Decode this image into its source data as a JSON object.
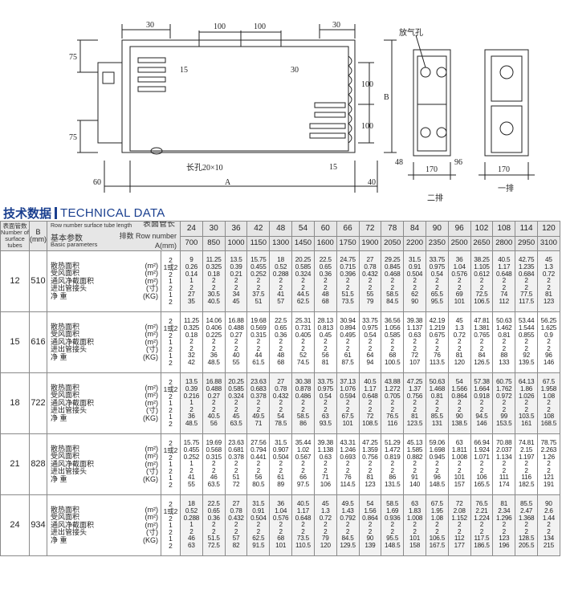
{
  "drawing": {
    "dims": {
      "d30_left": "30",
      "d100_a": "100",
      "d100_b": "100",
      "d30_right": "30",
      "d75_top": "75",
      "d15_v": "15",
      "d30_v": "30",
      "d75_bot": "75",
      "d15_bot": "15",
      "d60": "60",
      "dA": "A",
      "d40": "40",
      "dB": "B",
      "d100_r1": "100",
      "d100_r2": "100",
      "d170_a": "170",
      "d170_b": "170",
      "d96": "96",
      "d48": "48"
    },
    "slot_label": "长孔20×10",
    "vent_label": "放气孔",
    "row2_label": "二排",
    "row1_label": "一排"
  },
  "section": {
    "title_cn": "技术数据",
    "title_en": "TECHNICAL DATA"
  },
  "table": {
    "header": {
      "tubes_label": [
        "表面管数",
        "Number of",
        "surface tubes"
      ],
      "b_label": [
        "B",
        "(mm)"
      ],
      "length_label": "表面管长",
      "length_sub": "Row number surface tube length",
      "basic_label": "基本参数",
      "basic_sub": "Basic parameters",
      "row_label": "排数 Row number",
      "a_label": "A(mm)"
    },
    "lengths": [
      "24",
      "30",
      "36",
      "42",
      "48",
      "54",
      "60",
      "66",
      "72",
      "78",
      "84",
      "90",
      "96",
      "102",
      "108",
      "114",
      "120"
    ],
    "a_values": [
      "700",
      "850",
      "1000",
      "1150",
      "1300",
      "1450",
      "1600",
      "1750",
      "1900",
      "2050",
      "2200",
      "2350",
      "2500",
      "2650",
      "2800",
      "2950",
      "3100"
    ],
    "param_labels": [
      {
        "name": "散热面积",
        "unit": "(m²)"
      },
      {
        "name": "受风面积",
        "unit": "(m²)"
      },
      {
        "name": "通风净截面积",
        "unit": "(m²)"
      },
      {
        "name": "进出管接头",
        "unit": "(寸)"
      },
      {
        "name": "净  重",
        "unit": "(KG)"
      }
    ],
    "row_nums": [
      "2",
      "1或2",
      "2",
      "1",
      "2",
      "1",
      "2"
    ],
    "groups": [
      {
        "tubes": "12",
        "b": "510",
        "cols": [
          [
            "9",
            "0.26",
            "0.14",
            "1",
            "2",
            "27",
            "35"
          ],
          [
            "11.25",
            "0.325",
            "0.18",
            "2",
            "2",
            "30.5",
            "40.5"
          ],
          [
            "13.5",
            "0.39",
            "0.21",
            "2",
            "2",
            "34",
            "45"
          ],
          [
            "15.75",
            "0.455",
            "0.252",
            "2",
            "2",
            "37.5",
            "51"
          ],
          [
            "18",
            "0.52",
            "0.288",
            "2",
            "2",
            "41",
            "57"
          ],
          [
            "20.25",
            "0.585",
            "0.324",
            "2",
            "2",
            "44.5",
            "62.5"
          ],
          [
            "22.5",
            "0.65",
            "0.36",
            "2",
            "2",
            "48",
            "68"
          ],
          [
            "24.75",
            "0.715",
            "0.396",
            "2",
            "2",
            "51.5",
            "73.5"
          ],
          [
            "27",
            "0.78",
            "0.432",
            "2",
            "2",
            "55",
            "79"
          ],
          [
            "29.25",
            "0.845",
            "0.468",
            "2",
            "2",
            "58.5",
            "84.5"
          ],
          [
            "31.5",
            "0.91",
            "0.504",
            "2",
            "2",
            "62",
            "90"
          ],
          [
            "33.75",
            "0.975",
            "0.54",
            "2",
            "2",
            "65.5",
            "95.5"
          ],
          [
            "36",
            "1.04",
            "0.576",
            "2",
            "2",
            "69",
            "101"
          ],
          [
            "38.25",
            "1.105",
            "0.612",
            "2",
            "2",
            "72.5",
            "106.5"
          ],
          [
            "40.5",
            "1.17",
            "0.648",
            "2",
            "2",
            "74",
            "112"
          ],
          [
            "42.75",
            "1.235",
            "0.684",
            "2",
            "2",
            "77.5",
            "117.5"
          ],
          [
            "45",
            "1.3",
            "0.72",
            "2",
            "2",
            "81",
            "123"
          ]
        ]
      },
      {
        "tubes": "15",
        "b": "616",
        "cols": [
          [
            "11.25",
            "0.325",
            "0.18",
            "2",
            "2",
            "32",
            "42"
          ],
          [
            "14.06",
            "0.406",
            "0.225",
            "2",
            "2",
            "36",
            "48.5"
          ],
          [
            "16.88",
            "0.488",
            "0.27",
            "2",
            "2",
            "40",
            "55"
          ],
          [
            "19.68",
            "0.569",
            "0.315",
            "2",
            "2",
            "44",
            "61.5"
          ],
          [
            "22.5",
            "0.65",
            "0.36",
            "2",
            "2",
            "48",
            "68"
          ],
          [
            "25.31",
            "0.731",
            "0.405",
            "2",
            "2",
            "52",
            "74.5"
          ],
          [
            "28.13",
            "0.813",
            "0.45",
            "2",
            "2",
            "56",
            "81"
          ],
          [
            "30.94",
            "0.894",
            "0.495",
            "2",
            "2",
            "61",
            "87.5"
          ],
          [
            "33.75",
            "0.975",
            "0.54",
            "2",
            "2",
            "64",
            "94"
          ],
          [
            "36.56",
            "1.056",
            "0.585",
            "2",
            "2",
            "68",
            "100.5"
          ],
          [
            "39.38",
            "1.137",
            "0.63",
            "2",
            "2",
            "72",
            "107"
          ],
          [
            "42.19",
            "1.219",
            "0.675",
            "2",
            "2",
            "76",
            "113.5"
          ],
          [
            "45",
            "1.3",
            "0.72",
            "2",
            "2",
            "81",
            "120"
          ],
          [
            "47.81",
            "1.381",
            "0.765",
            "2",
            "2",
            "84",
            "126.5"
          ],
          [
            "50.63",
            "1.462",
            "0.81",
            "2",
            "2",
            "88",
            "133"
          ],
          [
            "53.44",
            "1.544",
            "0.855",
            "2",
            "2",
            "92",
            "139.5"
          ],
          [
            "56.25",
            "1.625",
            "0.9",
            "2",
            "2",
            "96",
            "146"
          ]
        ]
      },
      {
        "tubes": "18",
        "b": "722",
        "cols": [
          [
            "13.5",
            "0.39",
            "0.216",
            "1",
            "2",
            "36",
            "48.5"
          ],
          [
            "16.88",
            "0.488",
            "0.27",
            "2",
            "2",
            "40.5",
            "56"
          ],
          [
            "20.25",
            "0.585",
            "0.324",
            "2",
            "2",
            "45",
            "63.5"
          ],
          [
            "23.63",
            "0.683",
            "0.378",
            "2",
            "2",
            "49.5",
            "71"
          ],
          [
            "27",
            "0.78",
            "0.432",
            "2",
            "2",
            "54",
            "78.5"
          ],
          [
            "30.38",
            "0.878",
            "0.486",
            "2",
            "2",
            "58.5",
            "86"
          ],
          [
            "33.75",
            "0.975",
            "0.54",
            "2",
            "2",
            "63",
            "93.5"
          ],
          [
            "37.13",
            "1.076",
            "0.594",
            "2",
            "2",
            "67.5",
            "101"
          ],
          [
            "40.5",
            "1.17",
            "0.648",
            "2",
            "2",
            "72",
            "108.5"
          ],
          [
            "43.88",
            "1.272",
            "0.705",
            "2",
            "2",
            "76.5",
            "116"
          ],
          [
            "47.25",
            "1.37",
            "0.756",
            "2",
            "2",
            "81",
            "123.5"
          ],
          [
            "50.63",
            "1.468",
            "0.81",
            "2",
            "2",
            "85.5",
            "131"
          ],
          [
            "54",
            "1.566",
            "0.864",
            "2",
            "2",
            "90",
            "138.5"
          ],
          [
            "57.38",
            "1.664",
            "0.918",
            "2",
            "2",
            "94.5",
            "146"
          ],
          [
            "60.75",
            "1.762",
            "0.972",
            "2",
            "2",
            "99",
            "153.5"
          ],
          [
            "64.13",
            "1.86",
            "1.026",
            "2",
            "2",
            "103.5",
            "161"
          ],
          [
            "67.5",
            "1.958",
            "1.08",
            "2",
            "2",
            "108",
            "168.5"
          ]
        ]
      },
      {
        "tubes": "21",
        "b": "828",
        "cols": [
          [
            "15.75",
            "0.455",
            "0.252",
            "1",
            "2",
            "41",
            "55"
          ],
          [
            "19.69",
            "0.568",
            "0.315",
            "2",
            "2",
            "46",
            "63.5"
          ],
          [
            "23.63",
            "0.681",
            "0.378",
            "2",
            "2",
            "51",
            "72"
          ],
          [
            "27.56",
            "0.794",
            "0.441",
            "2",
            "2",
            "56",
            "80.5"
          ],
          [
            "31.5",
            "0.907",
            "0.504",
            "2",
            "2",
            "61",
            "89"
          ],
          [
            "35.44",
            "1.02",
            "0.567",
            "2",
            "2",
            "66",
            "97.5"
          ],
          [
            "39.38",
            "1.138",
            "0.63",
            "2",
            "2",
            "71",
            "106"
          ],
          [
            "43.31",
            "1.246",
            "0.693",
            "2",
            "2",
            "76",
            "114.5"
          ],
          [
            "47.25",
            "1.359",
            "0.756",
            "2",
            "2",
            "81",
            "123"
          ],
          [
            "51.29",
            "1.472",
            "0.819",
            "2",
            "2",
            "86",
            "131.5"
          ],
          [
            "45.13",
            "1.585",
            "0.882",
            "2",
            "2",
            "91",
            "140"
          ],
          [
            "59.06",
            "1.698",
            "0.945",
            "2",
            "2",
            "96",
            "148.5"
          ],
          [
            "63",
            "1.811",
            "1.008",
            "2",
            "2",
            "101",
            "157"
          ],
          [
            "66.94",
            "1.924",
            "1.071",
            "2",
            "2",
            "106",
            "165.5"
          ],
          [
            "70.88",
            "2.037",
            "1.134",
            "2",
            "2",
            "111",
            "174"
          ],
          [
            "74.81",
            "2.15",
            "1.197",
            "2",
            "2",
            "116",
            "182.5"
          ],
          [
            "78.75",
            "2.263",
            "1.26",
            "2",
            "2",
            "121",
            "191"
          ]
        ]
      },
      {
        "tubes": "24",
        "b": "934",
        "cols": [
          [
            "18",
            "0.52",
            "0.288",
            "1",
            "2",
            "46",
            "63"
          ],
          [
            "22.5",
            "0.65",
            "0.36",
            "2",
            "2",
            "51.5",
            "72.5"
          ],
          [
            "27",
            "0.78",
            "0.432",
            "2",
            "2",
            "57",
            "82"
          ],
          [
            "31.5",
            "0.91",
            "0.504",
            "2",
            "2",
            "62.5",
            "91.5"
          ],
          [
            "36",
            "1.04",
            "0.576",
            "2",
            "2",
            "68",
            "101"
          ],
          [
            "40.5",
            "1.17",
            "0.648",
            "2",
            "2",
            "73.5",
            "110.5"
          ],
          [
            "45",
            "1.3",
            "0.72",
            "2",
            "2",
            "79",
            "120"
          ],
          [
            "49.5",
            "1.43",
            "0.792",
            "2",
            "2",
            "84.5",
            "129.5"
          ],
          [
            "54",
            "1.56",
            "0.864",
            "2",
            "2",
            "90",
            "139"
          ],
          [
            "58.5",
            "1.69",
            "0.936",
            "2",
            "2",
            "95.5",
            "148.5"
          ],
          [
            "63",
            "1.83",
            "1.008",
            "2",
            "2",
            "101",
            "158"
          ],
          [
            "67.5",
            "1.95",
            "1.08",
            "2",
            "2",
            "106.5",
            "167.5"
          ],
          [
            "72",
            "2.08",
            "1.152",
            "2",
            "2",
            "112",
            "177"
          ],
          [
            "76.5",
            "2.21",
            "1.224",
            "2",
            "2",
            "117.5",
            "186.5"
          ],
          [
            "81",
            "2.34",
            "1.296",
            "2",
            "2",
            "123",
            "196"
          ],
          [
            "85.5",
            "2.47",
            "1.368",
            "2",
            "2",
            "128.5",
            "205.5"
          ],
          [
            "90",
            "2.6",
            "1.44",
            "2",
            "2",
            "134",
            "215"
          ]
        ]
      }
    ]
  }
}
